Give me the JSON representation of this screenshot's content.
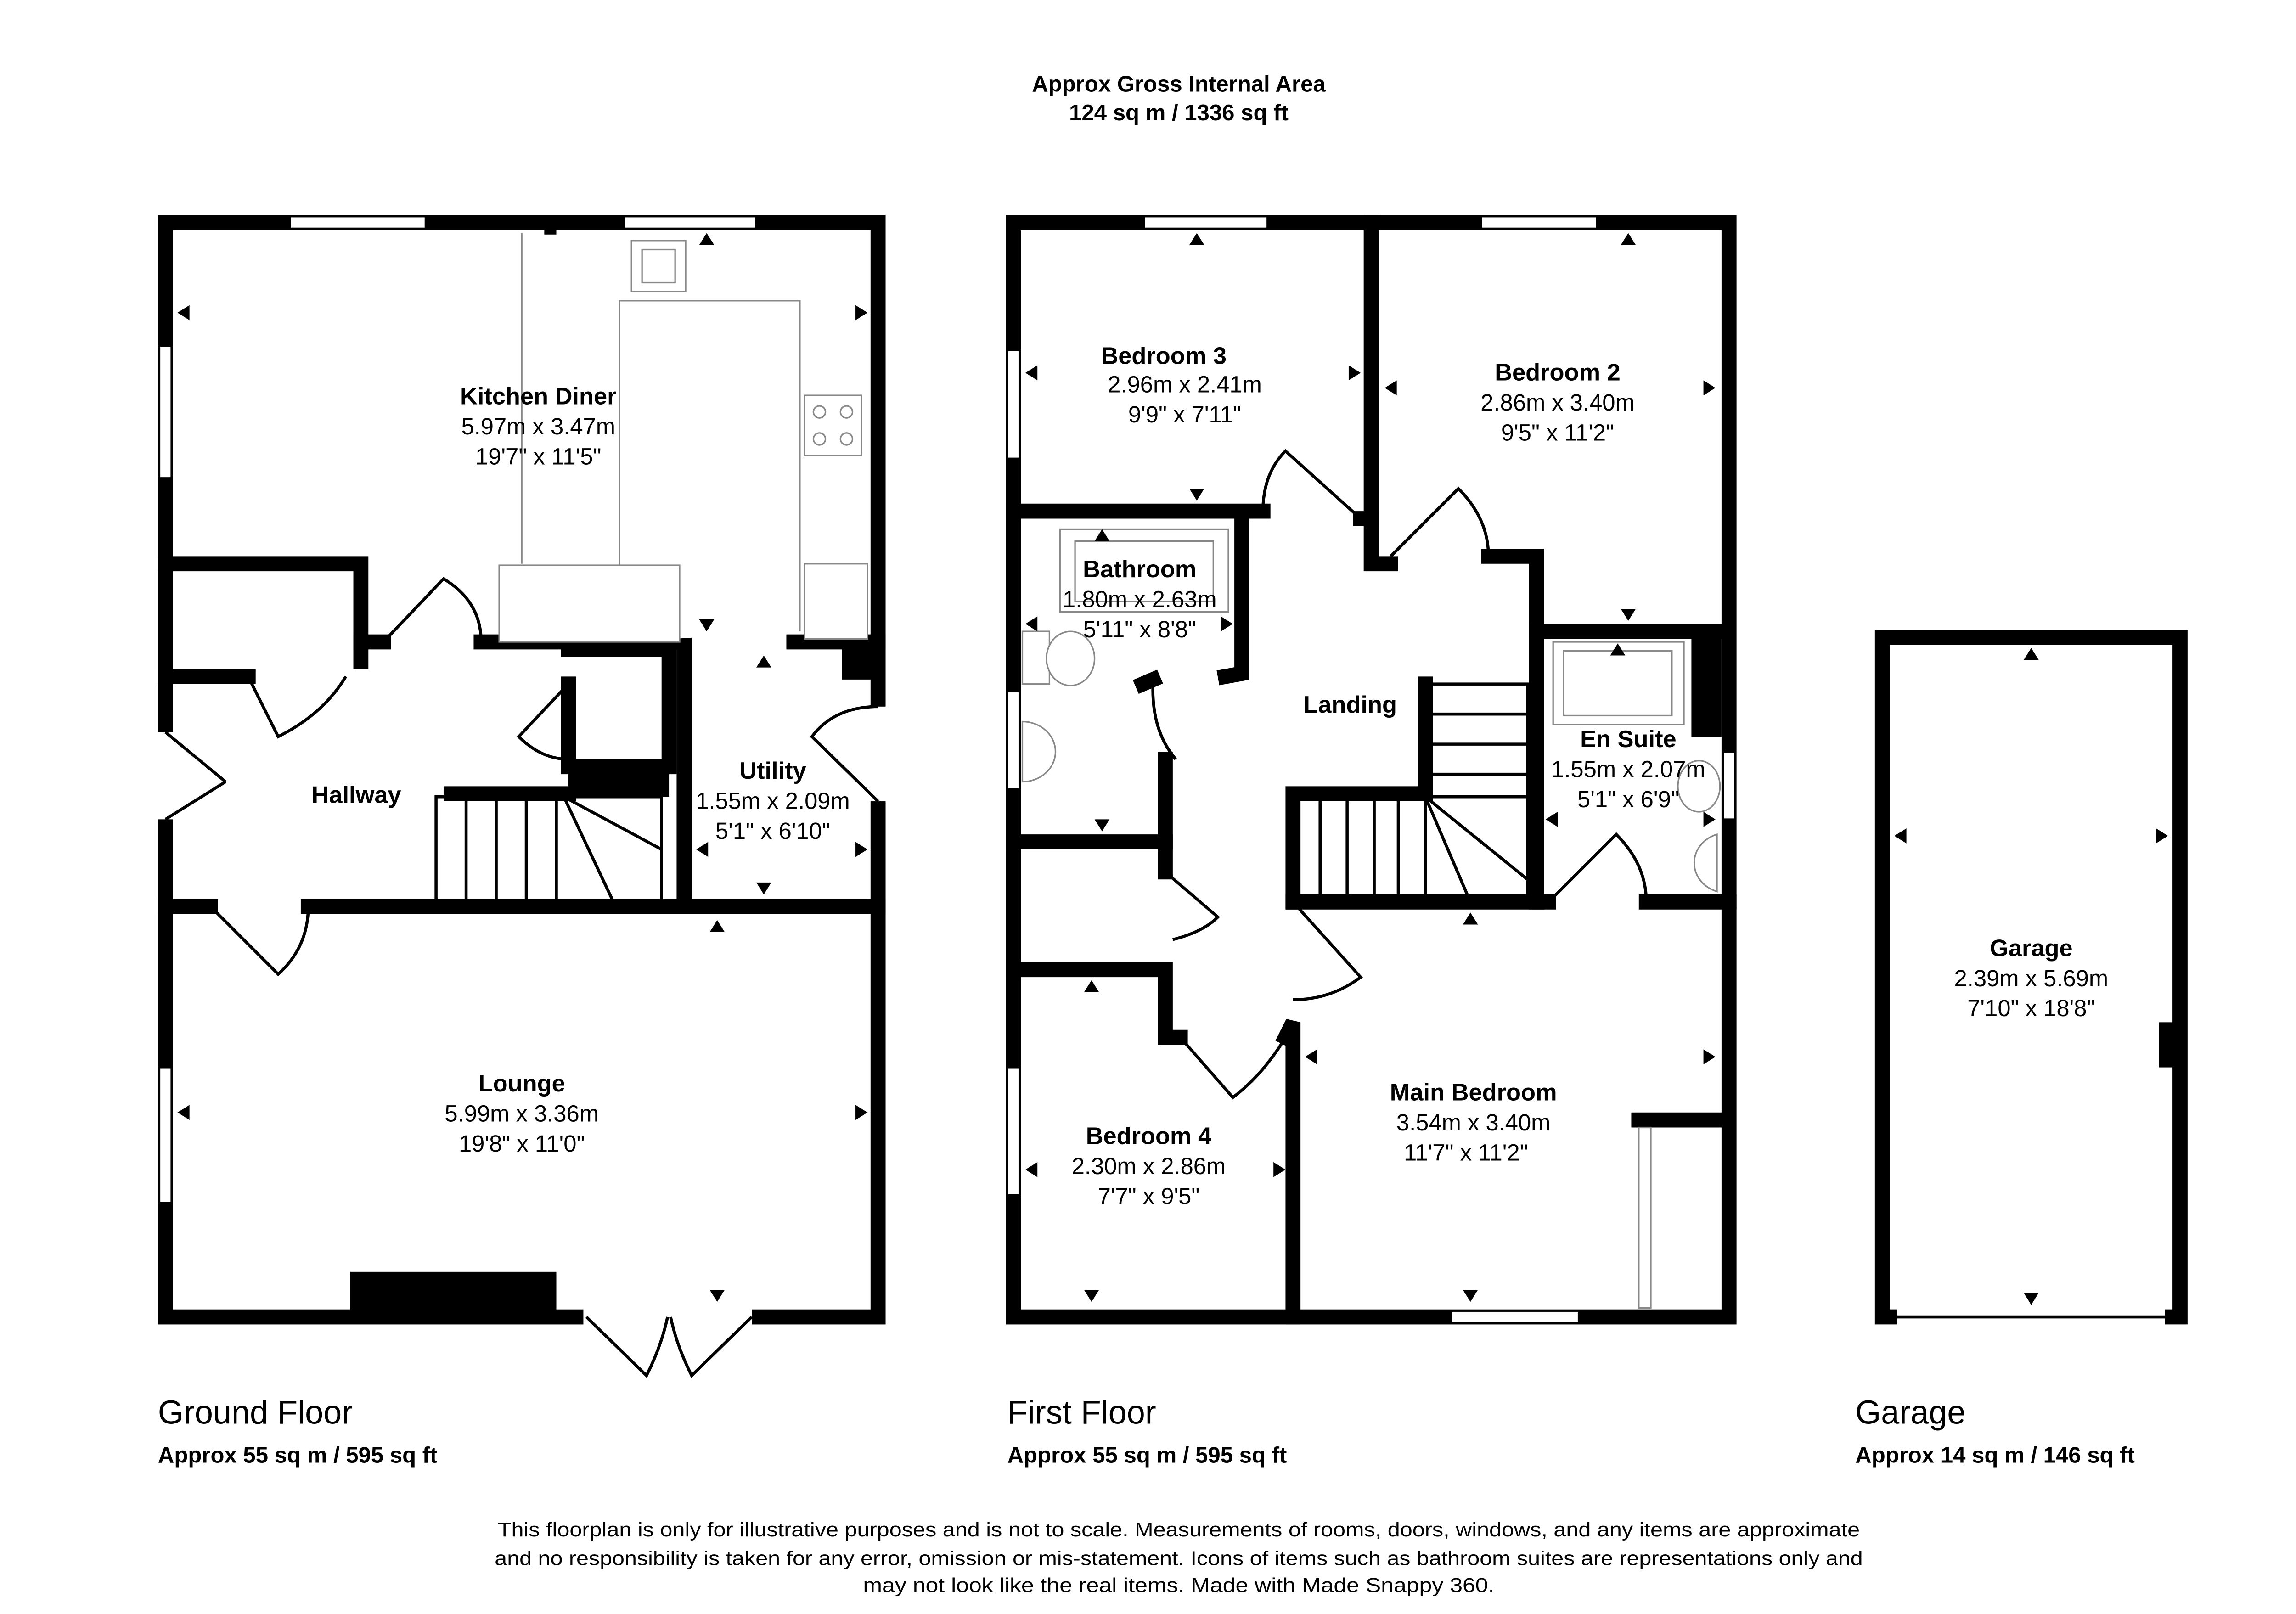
{
  "header": {
    "line1": "Approx Gross Internal Area",
    "line2": "124 sq m / 1336 sq ft"
  },
  "floors": [
    {
      "name": "Ground Floor",
      "area": "Approx 55 sq m / 595 sq ft"
    },
    {
      "name": "First Floor",
      "area": "Approx 55 sq m / 595 sq ft"
    },
    {
      "name": "Garage",
      "area": "Approx 14 sq m / 146 sq ft"
    }
  ],
  "rooms": {
    "kitchen": {
      "name": "Kitchen Diner",
      "metric": "5.97m x 3.47m",
      "imperial": "19'7\" x 11'5\""
    },
    "hallway": {
      "name": "Hallway"
    },
    "utility": {
      "name": "Utility",
      "metric": "1.55m x 2.09m",
      "imperial": "5'1\" x 6'10\""
    },
    "lounge": {
      "name": "Lounge",
      "metric": "5.99m x 3.36m",
      "imperial": "19'8\" x 11'0\""
    },
    "bedroom3": {
      "name": "Bedroom 3",
      "metric": "2.96m x 2.41m",
      "imperial": "9'9\" x 7'11\""
    },
    "bedroom2": {
      "name": "Bedroom 2",
      "metric": "2.86m x 3.40m",
      "imperial": "9'5\" x 11'2\""
    },
    "bathroom": {
      "name": "Bathroom",
      "metric": "1.80m x 2.63m",
      "imperial": "5'11\" x 8'8\""
    },
    "landing": {
      "name": "Landing"
    },
    "ensuite": {
      "name": "En Suite",
      "metric": "1.55m x 2.07m",
      "imperial": "5'1\" x 6'9\""
    },
    "bedroom4": {
      "name": "Bedroom 4",
      "metric": "2.30m x 2.86m",
      "imperial": "7'7\" x 9'5\""
    },
    "main_bedroom": {
      "name": "Main Bedroom",
      "metric": "3.54m x 3.40m",
      "imperial": "11'7\" x 11'2\""
    },
    "garage": {
      "name": "Garage",
      "metric": "2.39m x 5.69m",
      "imperial": "7'10\" x 18'8\""
    }
  },
  "disclaimer": [
    "This floorplan is only for illustrative purposes and is not to scale. Measurements of rooms, doors, windows, and any items are approximate",
    "and no responsibility is taken for any error, omission or mis-statement. Icons of items such as bathroom suites are representations only and",
    "may not look like the real items. Made with Made Snappy 360."
  ]
}
